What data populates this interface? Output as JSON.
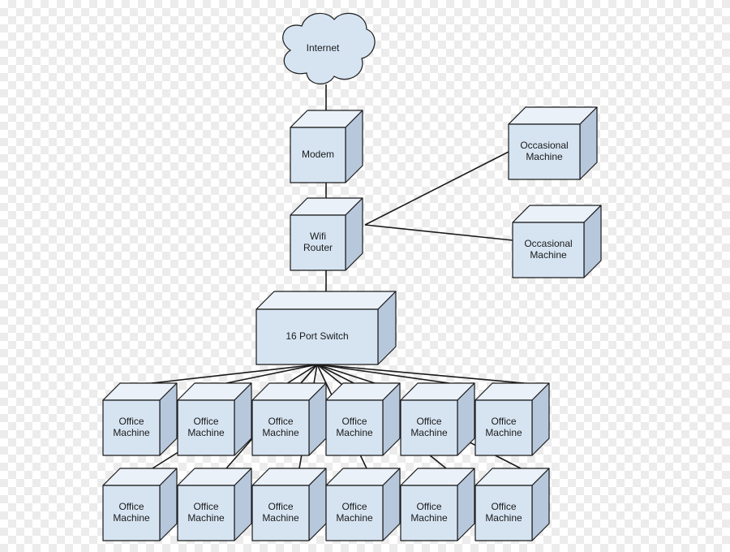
{
  "colors": {
    "box_front": "#d6e4f2",
    "box_top": "#eaf1f9",
    "box_side": "#b8c8dc",
    "stroke": "#1a1a1a",
    "cloud_fill": "#d6e4f2"
  },
  "nodes": {
    "internet": {
      "label": "Internet"
    },
    "modem": {
      "lines": [
        "Modem"
      ]
    },
    "router": {
      "lines": [
        "Wifi",
        "Router"
      ]
    },
    "occasional_1": {
      "lines": [
        "Occasional",
        "Machine"
      ]
    },
    "occasional_2": {
      "lines": [
        "Occasional",
        "Machine"
      ]
    },
    "switch": {
      "lines": [
        "16 Port Switch"
      ]
    },
    "office_row_1": [
      {
        "lines": [
          "Office",
          "Machine"
        ]
      },
      {
        "lines": [
          "Office",
          "Machine"
        ]
      },
      {
        "lines": [
          "Office",
          "Machine"
        ]
      },
      {
        "lines": [
          "Office",
          "Machine"
        ]
      },
      {
        "lines": [
          "Office",
          "Machine"
        ]
      },
      {
        "lines": [
          "Office",
          "Machine"
        ]
      }
    ],
    "office_row_2": [
      {
        "lines": [
          "Office",
          "Machine"
        ]
      },
      {
        "lines": [
          "Office",
          "Machine"
        ]
      },
      {
        "lines": [
          "Office",
          "Machine"
        ]
      },
      {
        "lines": [
          "Office",
          "Machine"
        ]
      },
      {
        "lines": [
          "Office",
          "Machine"
        ]
      },
      {
        "lines": [
          "Office",
          "Machine"
        ]
      }
    ]
  },
  "edges": [
    [
      "internet",
      "modem"
    ],
    [
      "modem",
      "router"
    ],
    [
      "router",
      "occasional_1"
    ],
    [
      "router",
      "occasional_2"
    ],
    [
      "router",
      "switch"
    ],
    [
      "switch",
      "office_row_1"
    ],
    [
      "switch",
      "office_row_2"
    ]
  ]
}
